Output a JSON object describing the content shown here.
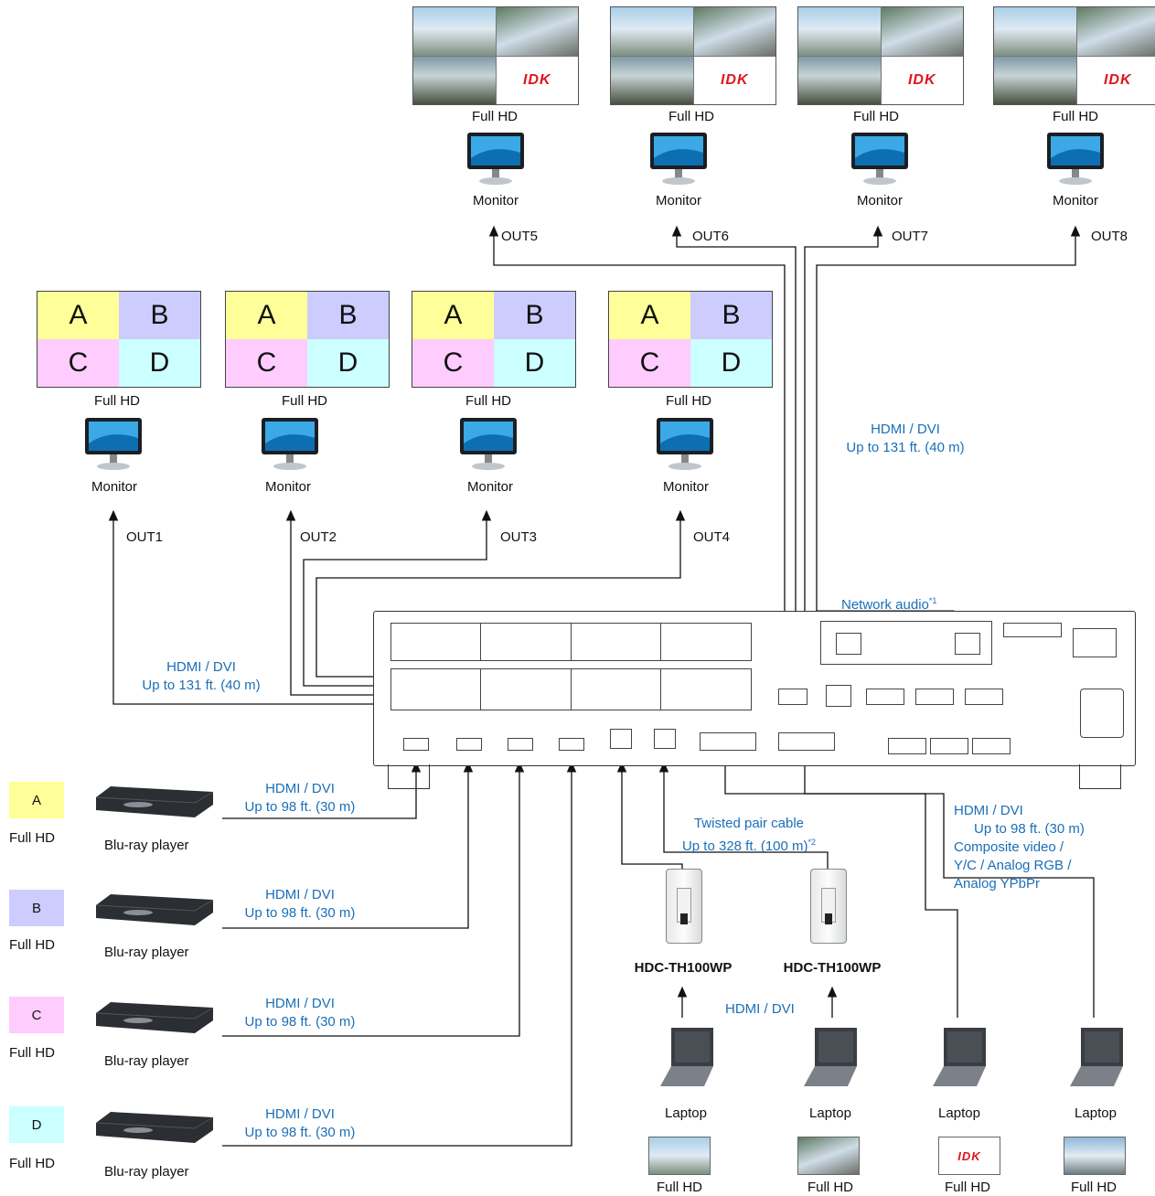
{
  "colors": {
    "line": "#111111",
    "label_blue": "#1a6fb8",
    "a": "#ffff99",
    "b": "#ccccff",
    "c": "#ffccff",
    "d": "#ccffff",
    "logo_red": "#e0141e"
  },
  "top_outputs": [
    {
      "resolution": "Full HD",
      "device": "Monitor",
      "port": "OUT5",
      "logo": "IDK"
    },
    {
      "resolution": "Full HD",
      "device": "Monitor",
      "port": "OUT6",
      "logo": "IDK"
    },
    {
      "resolution": "Full HD",
      "device": "Monitor",
      "port": "OUT7",
      "logo": "IDK"
    },
    {
      "resolution": "Full HD",
      "device": "Monitor",
      "port": "OUT8",
      "logo": "IDK"
    }
  ],
  "mid_outputs": [
    {
      "quad": [
        "A",
        "B",
        "C",
        "D"
      ],
      "resolution": "Full HD",
      "device": "Monitor",
      "port": "OUT1"
    },
    {
      "quad": [
        "A",
        "B",
        "C",
        "D"
      ],
      "resolution": "Full HD",
      "device": "Monitor",
      "port": "OUT2"
    },
    {
      "quad": [
        "A",
        "B",
        "C",
        "D"
      ],
      "resolution": "Full HD",
      "device": "Monitor",
      "port": "OUT3"
    },
    {
      "quad": [
        "A",
        "B",
        "C",
        "D"
      ],
      "resolution": "Full HD",
      "device": "Monitor",
      "port": "OUT4"
    }
  ],
  "cable_labels": {
    "out_upper_1": "HDMI / DVI",
    "out_upper_2": "Up to 131 ft. (40 m)",
    "out_lower_1": "HDMI / DVI",
    "out_lower_2": "Up to 131 ft. (40 m)",
    "network_audio": "Network audio",
    "network_audio_note": "*1",
    "twisted_1": "Twisted pair cable",
    "twisted_2": "Up to 328 ft. (100 m)",
    "twisted_note": "*2",
    "analog_1": "HDMI / DVI",
    "analog_2": "Up to 98 ft. (30 m)",
    "analog_3": "Composite video /",
    "analog_4": "Y/C / Analog RGB /",
    "analog_5": "Analog YPbPr",
    "laptop_hdmi": "HDMI / DVI"
  },
  "sources": [
    {
      "letter": "A",
      "resolution": "Full HD",
      "device": "Blu-ray player",
      "cable_1": "HDMI / DVI",
      "cable_2": "Up to 98 ft. (30 m)"
    },
    {
      "letter": "B",
      "resolution": "Full HD",
      "device": "Blu-ray player",
      "cable_1": "HDMI / DVI",
      "cable_2": "Up to 98 ft. (30 m)"
    },
    {
      "letter": "C",
      "resolution": "Full HD",
      "device": "Blu-ray player",
      "cable_1": "HDMI / DVI",
      "cable_2": "Up to 98 ft. (30 m)"
    },
    {
      "letter": "D",
      "resolution": "Full HD",
      "device": "Blu-ray player",
      "cable_1": "HDMI / DVI",
      "cable_2": "Up to 98 ft. (30 m)"
    }
  ],
  "wallplates": [
    {
      "model": "HDC-TH100WP"
    },
    {
      "model": "HDC-TH100WP"
    }
  ],
  "laptops": [
    {
      "device": "Laptop",
      "resolution": "Full HD"
    },
    {
      "device": "Laptop",
      "resolution": "Full HD"
    },
    {
      "device": "Laptop",
      "resolution": "Full HD",
      "logo": "IDK"
    },
    {
      "device": "Laptop",
      "resolution": "Full HD"
    }
  ]
}
